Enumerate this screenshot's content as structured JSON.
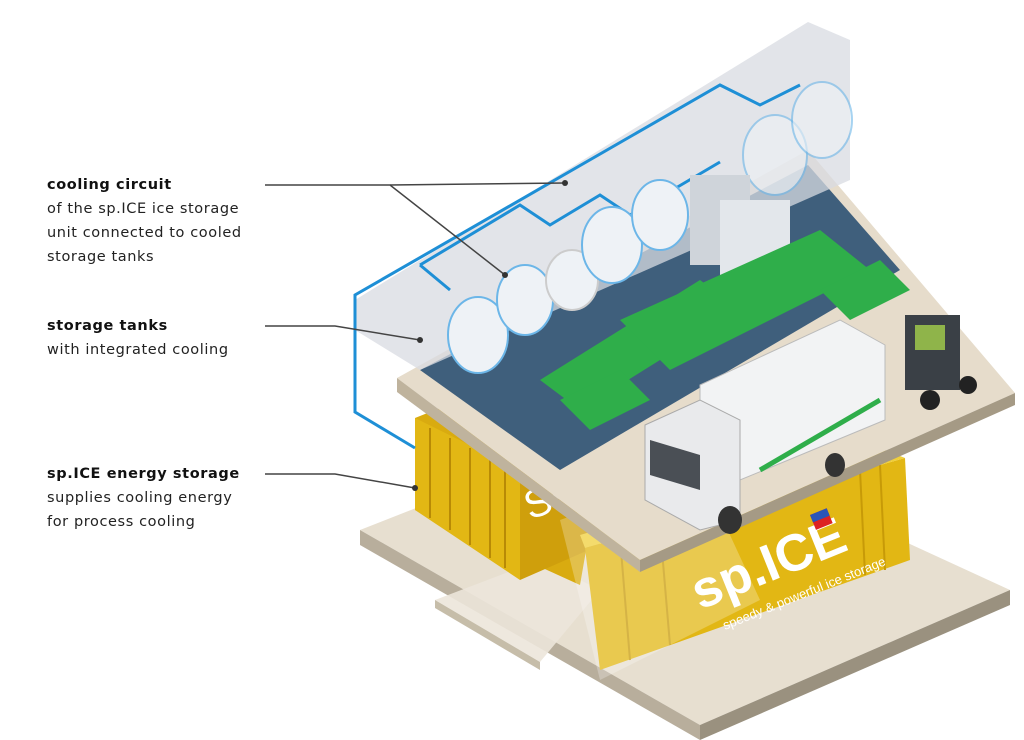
{
  "labels": [
    {
      "title": "cooling circuit",
      "lines": [
        "of the sp.ICE ice storage",
        "unit connected to cooled",
        "storage tanks"
      ]
    },
    {
      "title": "storage tanks",
      "lines": [
        "with integrated cooling"
      ]
    },
    {
      "title": "sp.ICE energy storage",
      "lines": [
        "supplies cooling energy",
        "for process cooling"
      ]
    }
  ],
  "container_branding": {
    "logo": "sp.ICE",
    "tagline": "speedy & powerful ice storage"
  },
  "colors": {
    "container": "#e2b714",
    "cooling_pipe": "#1e8fd6",
    "floor": "#e6dccb",
    "cans": "#2fae4a",
    "wall": "#d8dbe2"
  }
}
